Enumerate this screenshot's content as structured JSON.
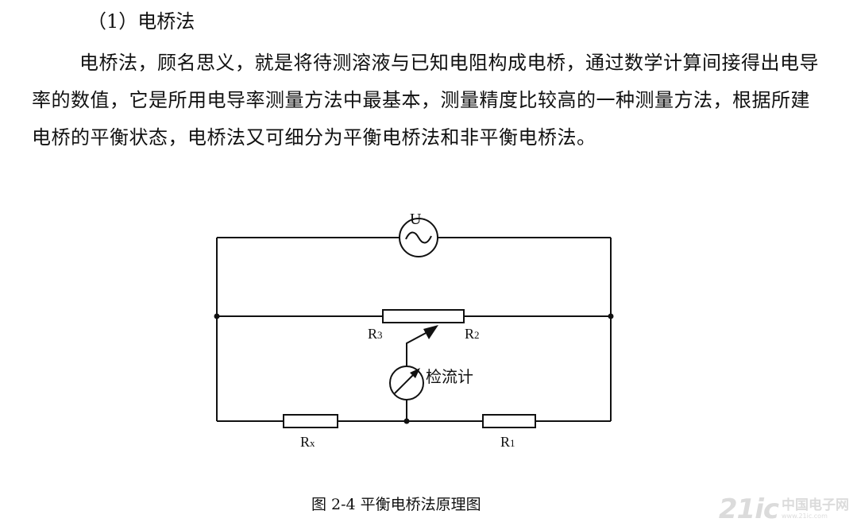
{
  "document": {
    "heading": "（1）电桥法",
    "paragraph": "电桥法，顾名思义，就是将待测溶液与已知电阻构成电桥，通过数学计算间接得出电导率的数值，它是所用电导率测量方法中最基本，测量精度比较高的一种测量方法，根据所建电桥的平衡状态，电桥法又可细分为平衡电桥法和非平衡电桥法。",
    "caption": "图 2-4  平衡电桥法原理图"
  },
  "diagram": {
    "source_label": "U",
    "galvanometer_label": "检流计",
    "potentiometer_left": {
      "main": "R",
      "sub": "3"
    },
    "potentiometer_right": {
      "main": "R",
      "sub": "2"
    },
    "resistor_left": {
      "main": "R",
      "sub": "x"
    },
    "resistor_right": {
      "main": "R",
      "sub": "1"
    }
  },
  "watermark": {
    "brand_number": "21ic",
    "brand_chinese": "中国电子网",
    "url": "www.21ic.com"
  }
}
